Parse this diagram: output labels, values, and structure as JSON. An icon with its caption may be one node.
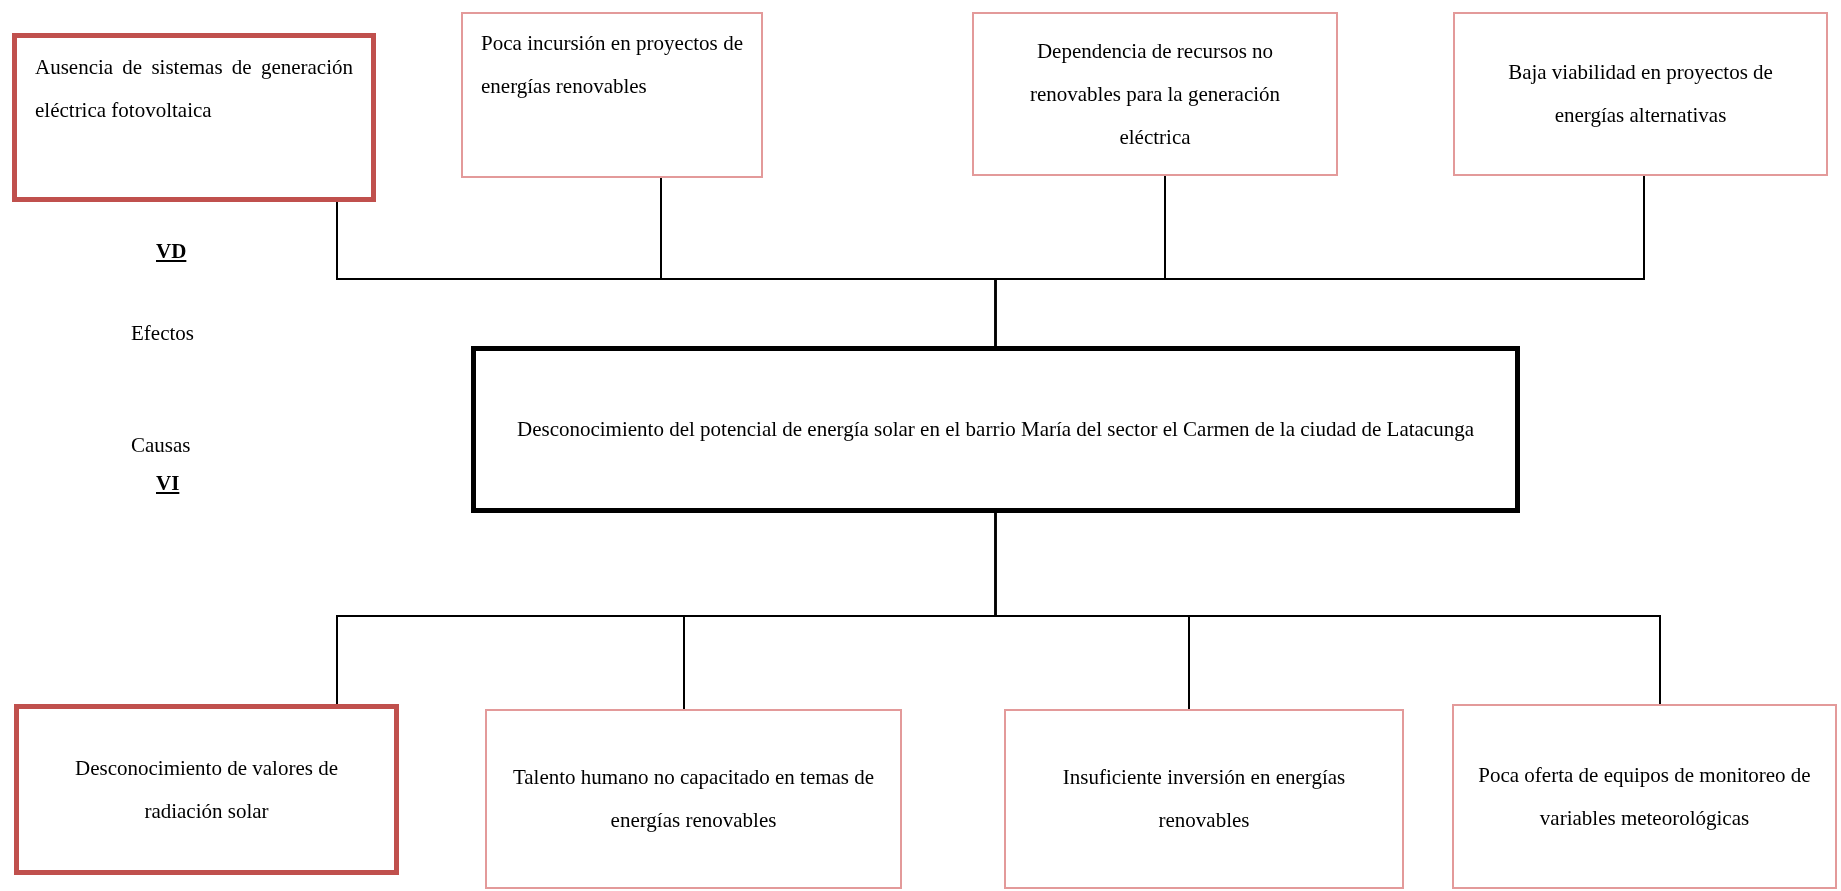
{
  "diagram": {
    "nodes": [
      {
        "text": [
          "Ausencia de sistemas de generación eléctrica fotovoltaica"
        ]
      },
      {
        "text": [
          "Poca incursión en proyectos de energías renovables"
        ]
      },
      {
        "text": [
          "Dependencia de recursos no renovables para la generación eléctrica"
        ]
      },
      {
        "text": [
          "Baja viabilidad en proyectos de energías alternativas"
        ]
      },
      {
        "text": [
          "Desconocimiento del potencial de energía solar en el barrio María del sector el Carmen de la ciudad de Latacunga"
        ]
      },
      {
        "text": [
          "Desconocimiento de valores de radiación solar"
        ]
      },
      {
        "text": [
          "Talento humano no capacitado en temas de energías renovables"
        ]
      },
      {
        "text": [
          "Insuficiente inversión en energías renovables"
        ]
      },
      {
        "text": [
          "Poca oferta de equipos de monitoreo de variables meteorológicas"
        ]
      }
    ],
    "edges": [
      {
        "from": 0,
        "to": 4,
        "arrow": "none"
      },
      {
        "from": 1,
        "to": 4,
        "arrow": "none"
      },
      {
        "from": 2,
        "to": 4,
        "arrow": "none"
      },
      {
        "from": 3,
        "to": 4,
        "arrow": "none"
      },
      {
        "from": 4,
        "to": 5,
        "arrow": "none"
      },
      {
        "from": 4,
        "to": 6,
        "arrow": "none"
      },
      {
        "from": 4,
        "to": 7,
        "arrow": "none"
      },
      {
        "from": 4,
        "to": 8,
        "arrow": "none"
      }
    ],
    "labels": [
      "VD",
      "Efectos",
      "Causas",
      "VI"
    ]
  }
}
